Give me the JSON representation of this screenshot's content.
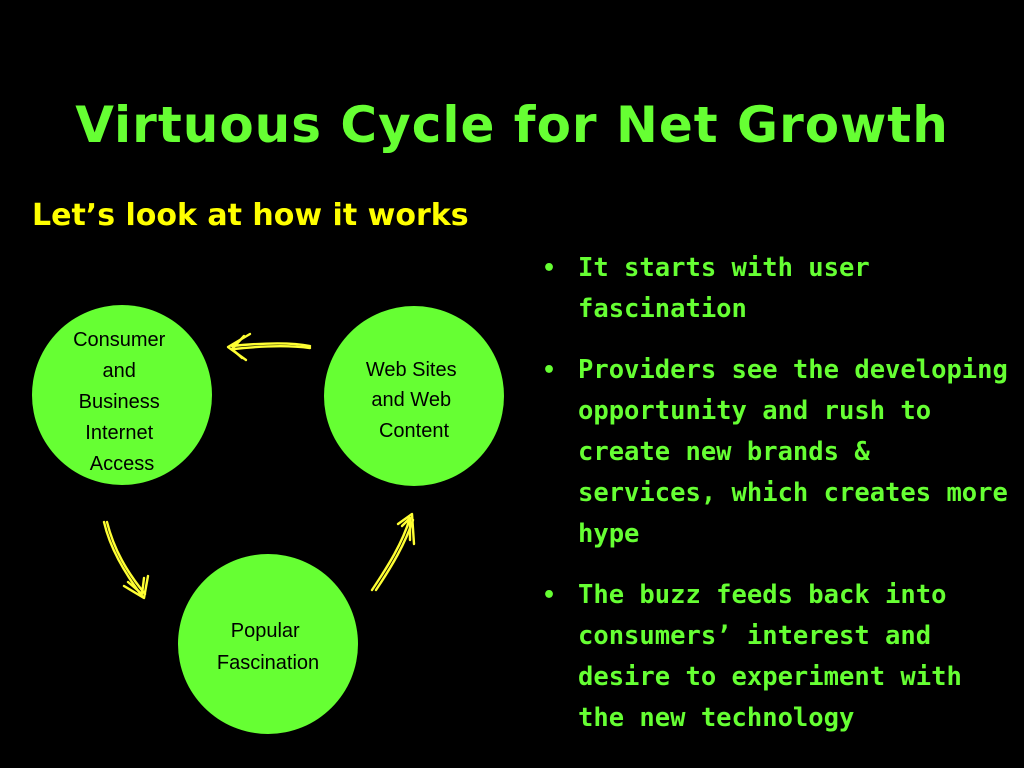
{
  "slide": {
    "title": "Virtuous Cycle for Net Growth",
    "subtitle": "Let’s look at how it works"
  },
  "diagram": {
    "nodes": [
      {
        "id": "access",
        "lines": [
          "Consumer",
          "and",
          "Business",
          "Internet",
          "Access"
        ]
      },
      {
        "id": "content",
        "lines": [
          "Web Sites",
          "and Web",
          "Content"
        ]
      },
      {
        "id": "fascination",
        "lines": [
          "Popular",
          "Fascination"
        ]
      }
    ],
    "arrows": [
      {
        "from": "content",
        "to": "access"
      },
      {
        "from": "access",
        "to": "fascination"
      },
      {
        "from": "fascination",
        "to": "content"
      }
    ],
    "colors": {
      "node_fill": "#66ff33",
      "arrow": "#ffff33",
      "node_text": "#000000"
    }
  },
  "bullets": [
    {
      "text": "It starts with user fascination"
    },
    {
      "text": "Providers see the developing opportunity and rush to create new brands & services, which creates more hype"
    },
    {
      "text": "The buzz feeds back into consumers’ interest and desire to experiment with the new technology"
    }
  ],
  "colors": {
    "background": "#000000",
    "title": "#66ff33",
    "subtitle": "#ffff00",
    "bullet_text": "#66ff33"
  }
}
